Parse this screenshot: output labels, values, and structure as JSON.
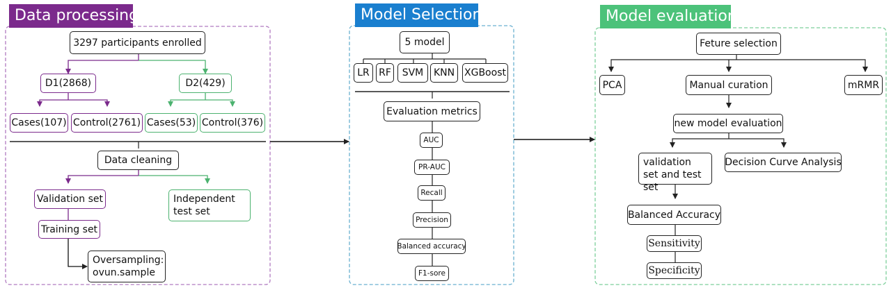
{
  "colors": {
    "data_processing": "#7b2a8c",
    "model_selection": "#1a7fcf",
    "model_evaluation": "#4cc27a",
    "purple_branch": "#7b2a8c",
    "green_branch": "#4cb26f",
    "line": "#222222"
  },
  "sections": {
    "data_processing": {
      "title": "Data processing",
      "participants": "3297 participants enrolled",
      "d1": "D1(2868)",
      "d2": "D2(429)",
      "d1_cases": "Cases(107)",
      "d1_control": "Control(2761)",
      "d2_cases": "Cases(53)",
      "d2_control": "Control(376)",
      "cleaning": "Data cleaning",
      "validation": "Validation set",
      "independent": "Independent test set",
      "training": "Training set",
      "oversampling": "Oversampling: ovun.sample"
    },
    "model_selection": {
      "title": "Model Selection",
      "five_model": "5 model",
      "models": [
        "LR",
        "RF",
        "SVM",
        "KNN",
        "XGBoost"
      ],
      "metrics_title": "Evaluation metrics",
      "metrics": [
        "AUC",
        "PR-AUC",
        "Recall",
        "Precision",
        "Balanced accuracy",
        "F1-sore"
      ]
    },
    "model_evaluation": {
      "title": "Model evaluation",
      "feature_selection": "Feture selection",
      "pca": "PCA",
      "manual": "Manual curation",
      "mrmr": "mRMR",
      "new_eval": "new model evaluation",
      "val_test": "validation set and test set",
      "dca": "Decision Curve Analysis",
      "balanced": "Balanced Accuracy",
      "sensitivity": "Sensitivity",
      "specificity": "Specificity"
    }
  }
}
